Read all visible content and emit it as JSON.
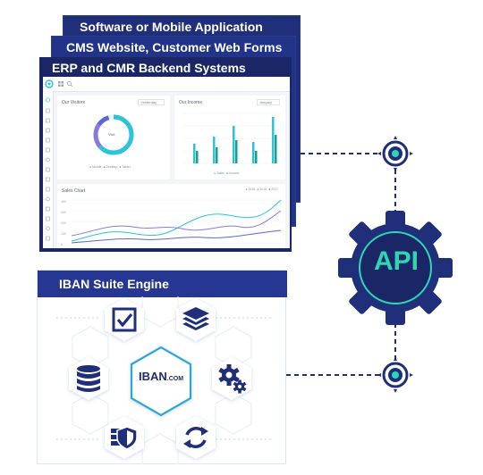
{
  "stack": {
    "app_title": "Software or Mobile Application",
    "cms_title": "CMS Website, Customer Web Forms",
    "erp_title": "ERP and CMR Backend Systems"
  },
  "dashboard": {
    "visitors_title": "Our Visitors",
    "visitors_filter": "Yesterday",
    "visitors_center": "Visit",
    "visitors_legend": [
      "Mobile",
      "Desktop",
      "Tablet"
    ],
    "income_title": "Our Income",
    "income_filter": "January",
    "income_legend": [
      "Sales",
      "Income"
    ],
    "sales_title": "Sales Chart",
    "sales_legend": [
      "2015",
      "2016",
      "2017"
    ],
    "sales_ticks": [
      "400",
      "300",
      "200",
      "100",
      "0"
    ],
    "colors": {
      "teal": "#2cc4d8",
      "purple": "#8a78e0",
      "navy": "#1f2f7a",
      "accent": "#2cd7b4"
    }
  },
  "engine": {
    "title": "IBAN Suite Engine",
    "logo_main": "IBAN",
    "logo_suffix": ".COM",
    "icons": [
      "checkbox-icon",
      "layers-icon",
      "database-icon",
      "gears-icon",
      "server-shield-icon",
      "refresh-icon"
    ]
  },
  "api": {
    "label": "API"
  }
}
